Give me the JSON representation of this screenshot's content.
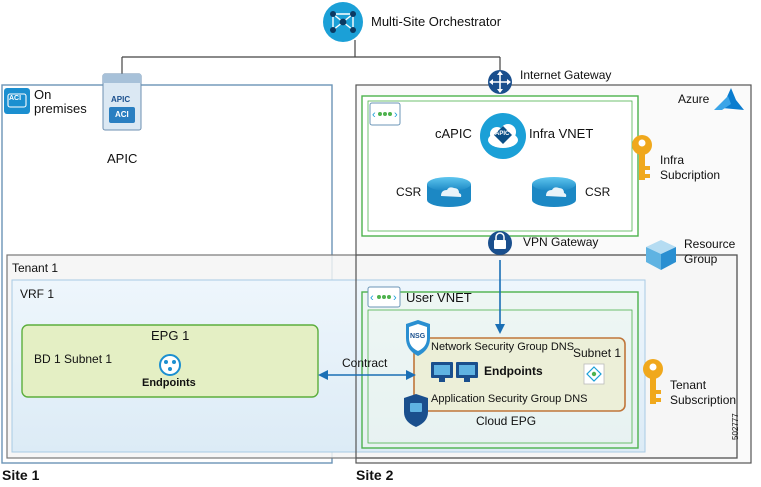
{
  "labels": {
    "orchestrator": "Multi-Site Orchestrator",
    "on_premises_line1": "On",
    "on_premises_line2": "premises",
    "apic": "APIC",
    "internet_gateway": "Internet Gateway",
    "azure": "Azure",
    "capic": "cAPIC",
    "infra_vnet": "Infra VNET",
    "csr_left": "CSR",
    "csr_right": "CSR",
    "infra_sub_line1": "Infra",
    "infra_sub_line2": "Subcription",
    "vpn_gateway": "VPN Gateway",
    "resource_group_line1": "Resource",
    "resource_group_line2": "Group",
    "tenant": "Tenant 1",
    "vrf": "VRF 1",
    "user_vnet": "User VNET",
    "epg": "EPG 1",
    "bd_subnet": "BD 1 Subnet 1",
    "endpoints_left": "Endpoints",
    "contract": "Contract",
    "nsg_dns": "Network Security Group DNS",
    "subnet": "Subnet 1",
    "endpoints_right": "Endpoints",
    "asg_dns": "Application Security Group DNS",
    "cloud_epg": "Cloud EPG",
    "tenant_sub_line1": "Tenant",
    "tenant_sub_line2": "Subscription",
    "site1": "Site 1",
    "site2": "Site 2",
    "figure_id": "502777"
  },
  "icon_text": {
    "aci_badge": "ACI",
    "apic_device_top": "APIC",
    "apic_device_bottom": "ACI",
    "capic_badge": "APIC",
    "nsg_badge": "NSG"
  },
  "colors": {
    "cisco_blue": "#1ba0d7",
    "site_border": "#6b95b7",
    "green_border": "#4db24d",
    "orange_border": "#c0763a",
    "epg_fill": "#e4efc4",
    "vrf_fill": "#e9f3fb",
    "key_gold": "#f0a81c",
    "azure_blue": "#0a7ccf"
  }
}
